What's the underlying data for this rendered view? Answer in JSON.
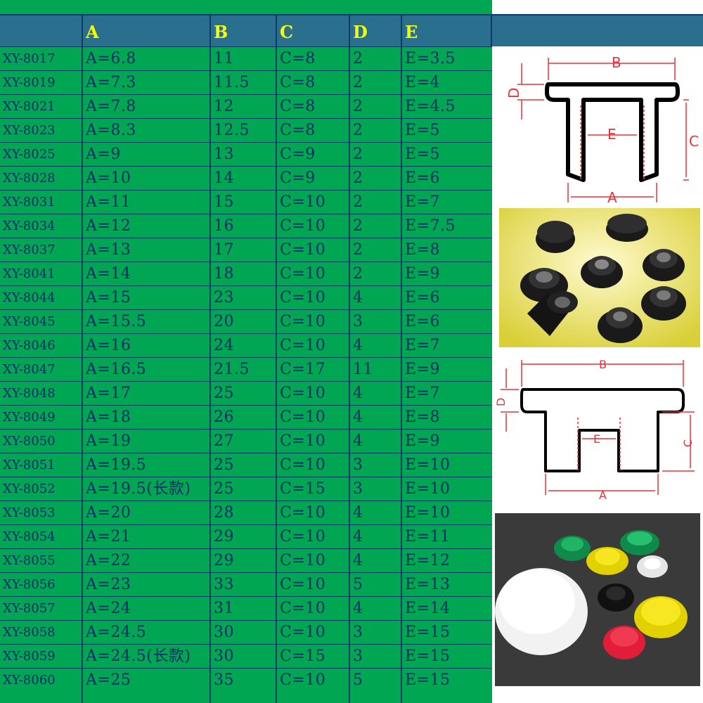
{
  "header": {
    "columns": [
      "",
      "A",
      "B",
      "C",
      "D",
      "E"
    ]
  },
  "rows": [
    [
      "XY-8017",
      "A=6.8",
      "11",
      "C=8",
      "2",
      "E=3.5"
    ],
    [
      "XY-8019",
      "A=7.3",
      "11.5",
      "C=8",
      "2",
      "E=4"
    ],
    [
      "XY-8021",
      "A=7.8",
      "12",
      "C=8",
      "2",
      "E=4.5"
    ],
    [
      "XY-8023",
      "A=8.3",
      "12.5",
      "C=8",
      "2",
      "E=5"
    ],
    [
      "XY-8025",
      "A=9",
      "13",
      "C=9",
      "2",
      "E=5"
    ],
    [
      "XY-8028",
      "A=10",
      "14",
      "C=9",
      "2",
      "E=6"
    ],
    [
      "XY-8031",
      "A=11",
      "15",
      "C=10",
      "2",
      "E=7"
    ],
    [
      "XY-8034",
      "A=12",
      "16",
      "C=10",
      "2",
      "E=7.5"
    ],
    [
      "XY-8037",
      "A=13",
      "17",
      "C=10",
      "2",
      "E=8"
    ],
    [
      "XY-8041",
      "A=14",
      "18",
      "C=10",
      "2",
      "E=9"
    ],
    [
      "XY-8044",
      "A=15",
      "23",
      "C=10",
      "4",
      "E=6"
    ],
    [
      "XY-8045",
      "A=15.5",
      "20",
      "C=10",
      "3",
      "E=6"
    ],
    [
      "XY-8046",
      "A=16",
      "24",
      "C=10",
      "4",
      "E=7"
    ],
    [
      "XY-8047",
      "A=16.5",
      "21.5",
      "C=17",
      "11",
      "E=9"
    ],
    [
      "XY-8048",
      "A=17",
      "25",
      "C=10",
      "4",
      "E=7"
    ],
    [
      "XY-8049",
      "A=18",
      "26",
      "C=10",
      "4",
      "E=8"
    ],
    [
      "XY-8050",
      "A=19",
      "27",
      "C=10",
      "4",
      "E=9"
    ],
    [
      "XY-8051",
      "A=19.5",
      "25",
      "C=10",
      "3",
      "E=10"
    ],
    [
      "XY-8052",
      "A=19.5(长款)",
      "25",
      "C=15",
      "3",
      "E=10"
    ],
    [
      "XY-8053",
      "A=20",
      "28",
      "C=10",
      "4",
      "E=10"
    ],
    [
      "XY-8054",
      "A=21",
      "29",
      "C=10",
      "4",
      "E=11"
    ],
    [
      "XY-8055",
      "A=22",
      "29",
      "C=10",
      "4",
      "E=12"
    ],
    [
      "XY-8056",
      "A=23",
      "33",
      "C=10",
      "5",
      "E=13"
    ],
    [
      "XY-8057",
      "A=24",
      "31",
      "C=10",
      "4",
      "E=14"
    ],
    [
      "XY-8058",
      "A=24.5",
      "30",
      "C=10",
      "3",
      "E=15"
    ],
    [
      "XY-8059",
      "A=24.5(长款)",
      "30",
      "C=15",
      "3",
      "E=15"
    ],
    [
      "XY-8060",
      "A=25",
      "35",
      "C=10",
      "5",
      "E=15"
    ]
  ],
  "diagram1": {
    "label_a": "A",
    "label_b": "B",
    "label_c": "C",
    "label_d": "D",
    "label_e": "E"
  },
  "diagram2": {
    "label_a": "A",
    "label_b": "B",
    "label_c": "C",
    "label_d": "D",
    "label_e": "E"
  },
  "colors": {
    "sheet": "#00a651",
    "header": "#2b6f8f",
    "header_text": "#f6ff00",
    "cell_text": "#0a2b6b",
    "dim_lines": "#e8333a"
  }
}
